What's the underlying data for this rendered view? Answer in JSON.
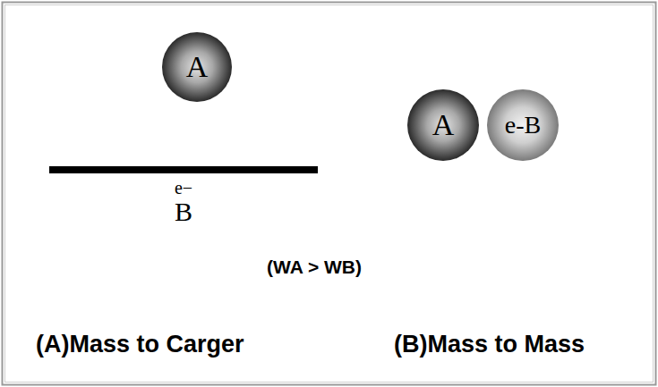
{
  "diagram": {
    "nodes": [
      {
        "text": [
          "A"
        ]
      },
      {
        "text": [
          "A"
        ]
      },
      {
        "text": [
          "e-B"
        ]
      },
      {
        "text": [
          "e−",
          "B"
        ]
      }
    ],
    "labels": [
      "(WA > WB)",
      "(A)Mass to Carger",
      "(B)Mass to Mass"
    ]
  }
}
